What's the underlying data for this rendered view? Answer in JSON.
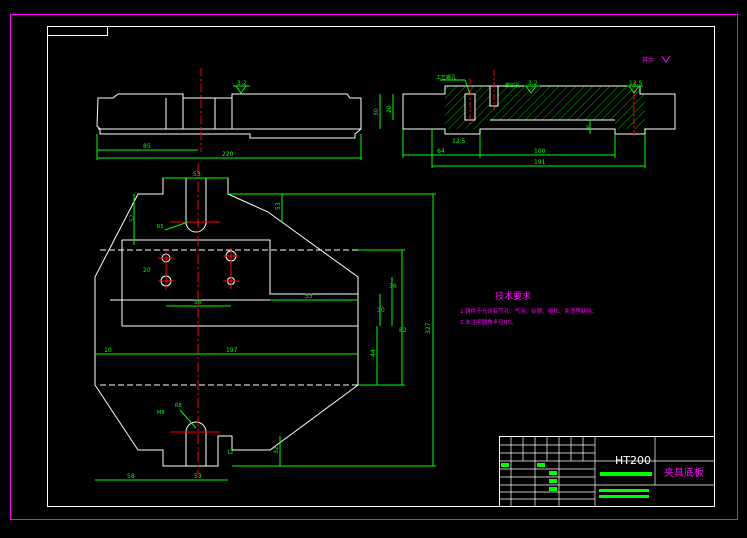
{
  "colors": {
    "background": "#000000",
    "frame": "#ff00ff",
    "outline": "#ffffff",
    "dimension": "#00ff00",
    "centerline": "#ff0000",
    "hatch": "#00ff00",
    "text_note": "#ff00ff",
    "title_green": "#00ff00"
  },
  "top_view": {
    "surface_mark": "3.2",
    "dim_85": "85",
    "dim_220": "220"
  },
  "side_view": {
    "label_left": "工艺螺孔",
    "label_right": "螺纹孔",
    "surface_left": "3.2",
    "surface_right": "12.5",
    "dim_30": "30",
    "dim_20": "20",
    "dim_64": "64",
    "dim_100": "100",
    "dim_191": "191",
    "surface_small": "12.5",
    "dim_5": "5",
    "other_marks": "其余"
  },
  "plan_view": {
    "dim_53_top": "53",
    "dim_52_left": "52",
    "dim_53_right": "53",
    "dim_r": "R5",
    "dim_20_left": "20",
    "dim_56": "56",
    "dim_55": "55",
    "dim_36": "36",
    "dim_30": "30",
    "dim_82": "82",
    "dim_327": "327",
    "dim_10": "10",
    "dim_197": "197",
    "dim_44": "44",
    "dim_58_bl": "58",
    "dim_53_b": "53",
    "dim_32": "32",
    "dim_12": "12",
    "dim_r2": "R8",
    "dim_m": "M8"
  },
  "notes": {
    "title": "技术要求",
    "line1": "1.铸件不允许有气孔、气泡、砂眼、缩松、夹渣等缺陷；",
    "line2": "2.未注明圆角半径R3。"
  },
  "title_block": {
    "material": "HT200",
    "part_name": "夹具底板"
  }
}
